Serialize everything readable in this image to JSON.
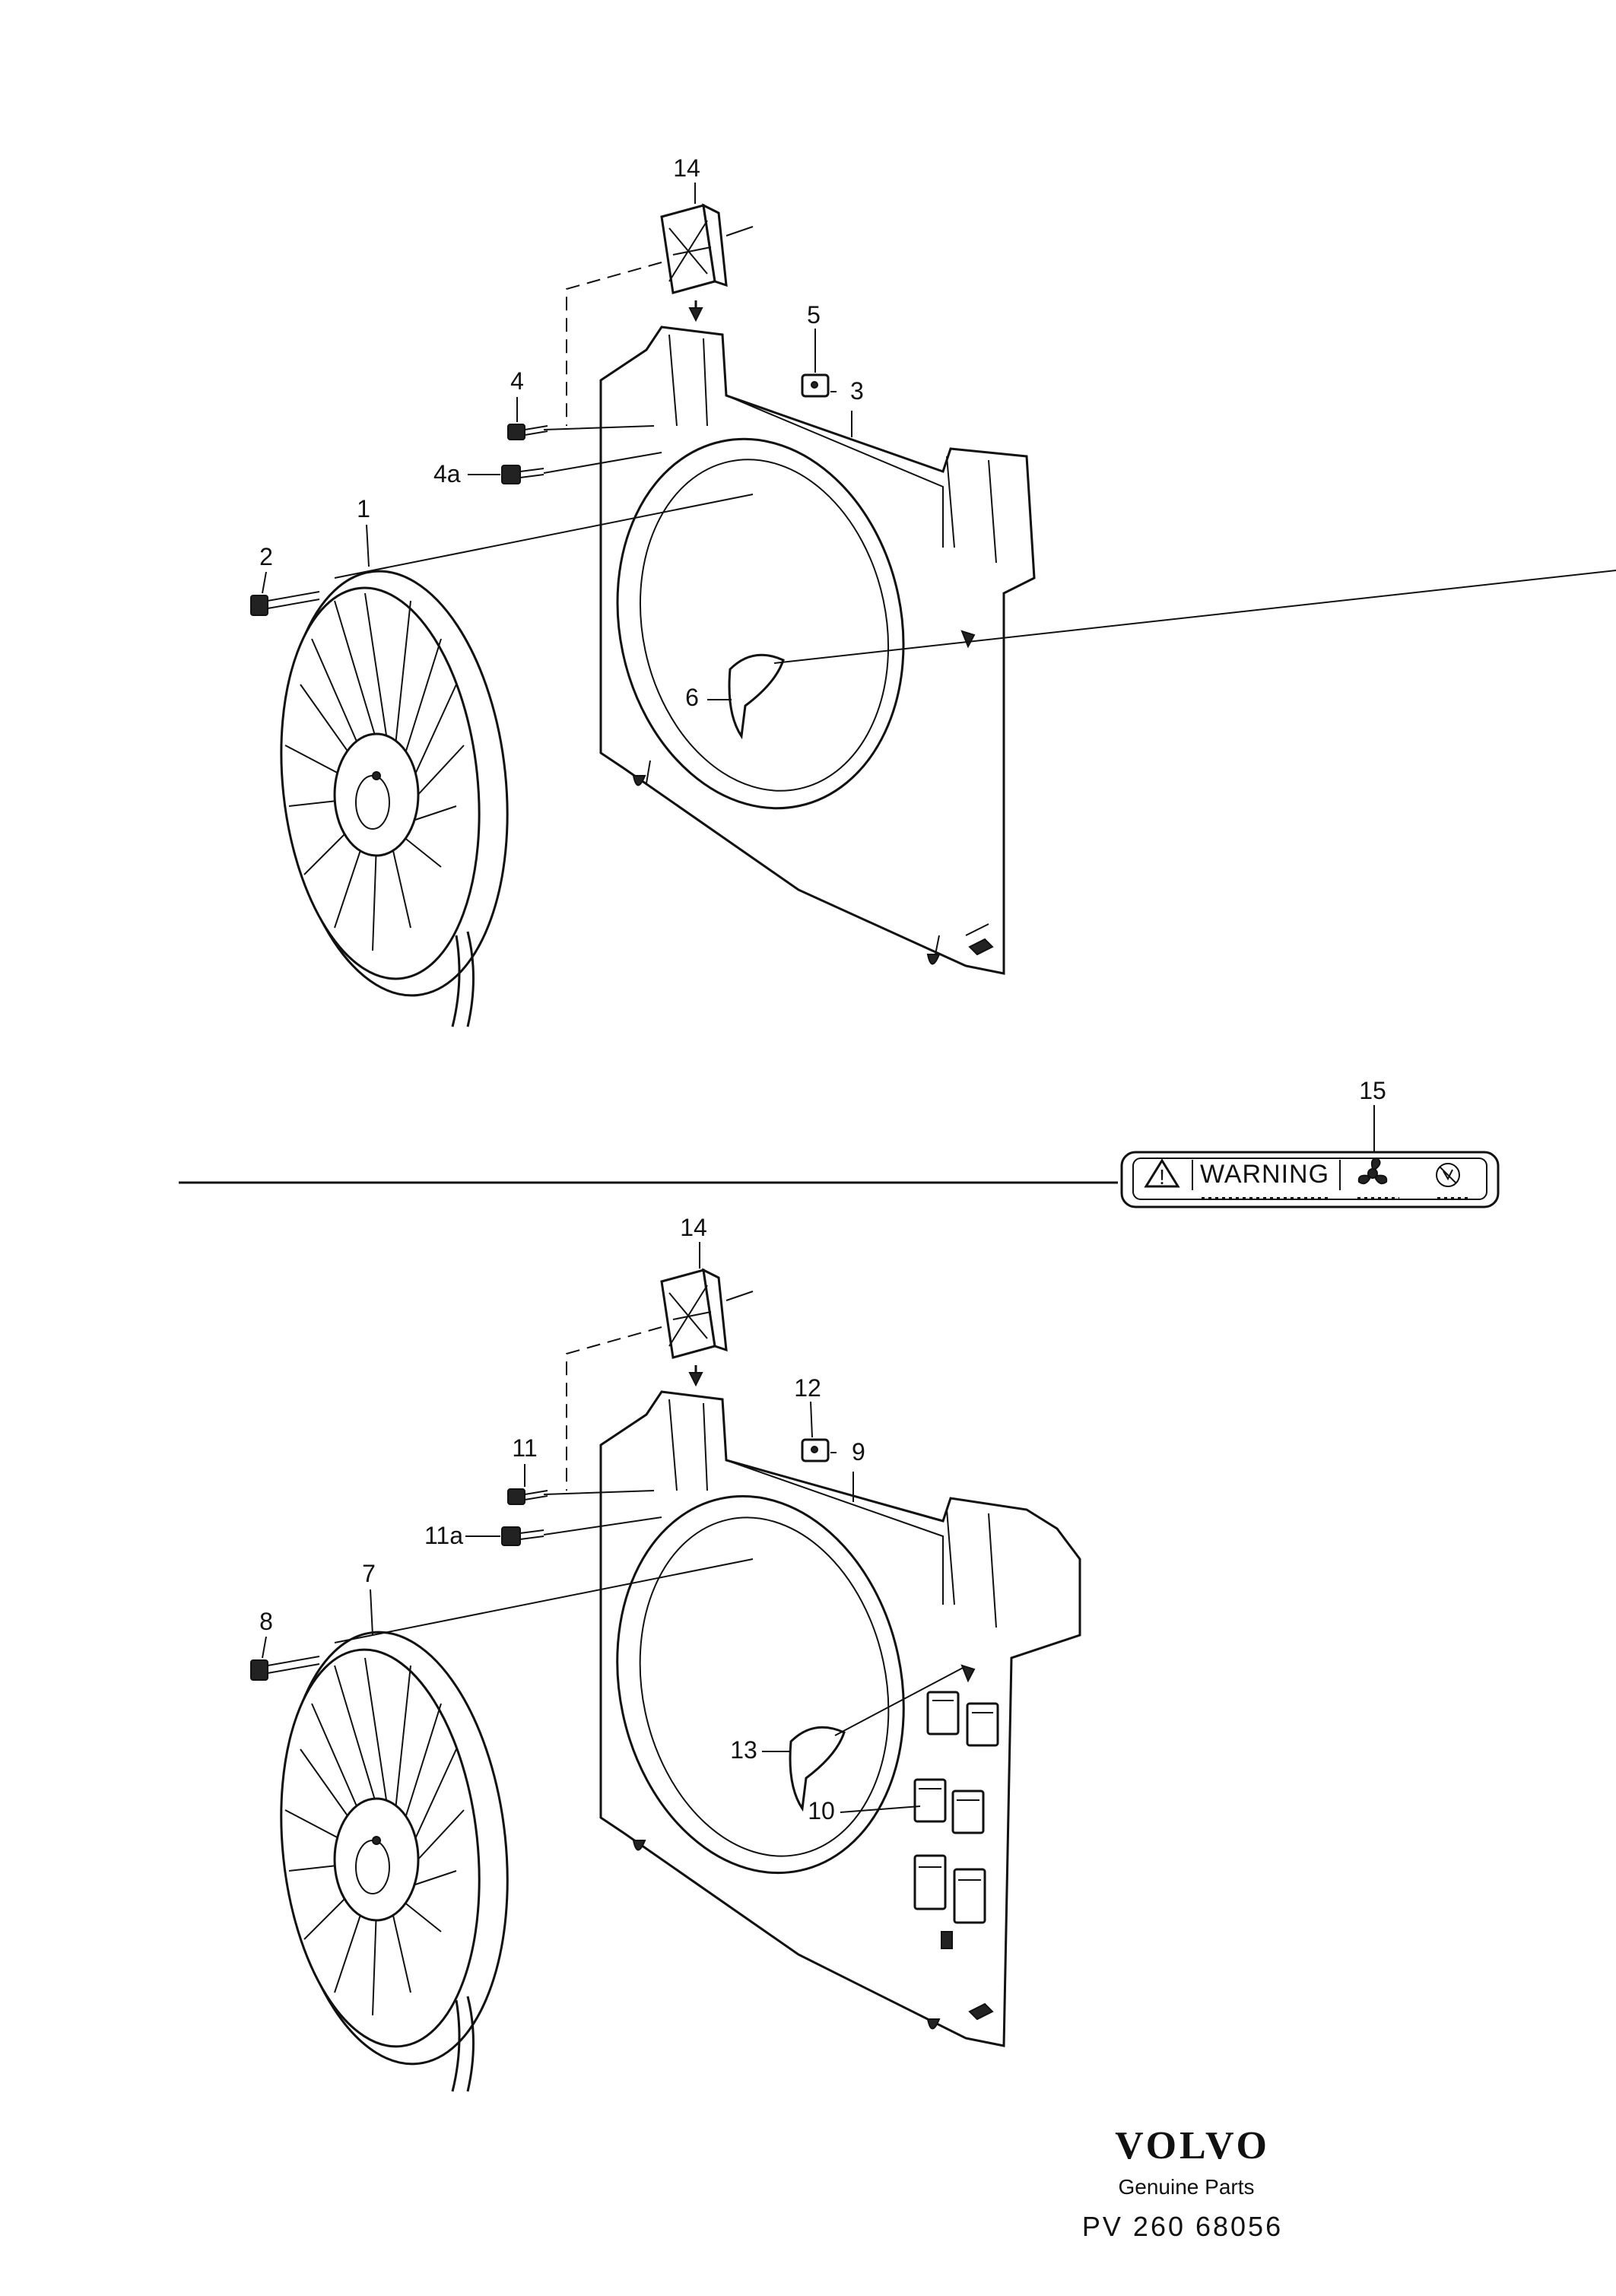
{
  "callouts_top": [
    "14",
    "5",
    "3",
    "4",
    "4a",
    "1",
    "2",
    "6"
  ],
  "callout_warning": "15",
  "warning_label": {
    "text": "WARNING",
    "icons": [
      "warning-triangle-icon",
      "fan-icon",
      "no-hand-icon"
    ]
  },
  "callouts_bottom": [
    "14",
    "12",
    "9",
    "11",
    "11a",
    "7",
    "8",
    "13",
    "10"
  ],
  "brand": {
    "name": "VOLVO",
    "tagline": "Genuine Parts",
    "reference": "PV 260 68056"
  },
  "colors": {
    "ink": "#111111",
    "paper": "#ffffff"
  }
}
